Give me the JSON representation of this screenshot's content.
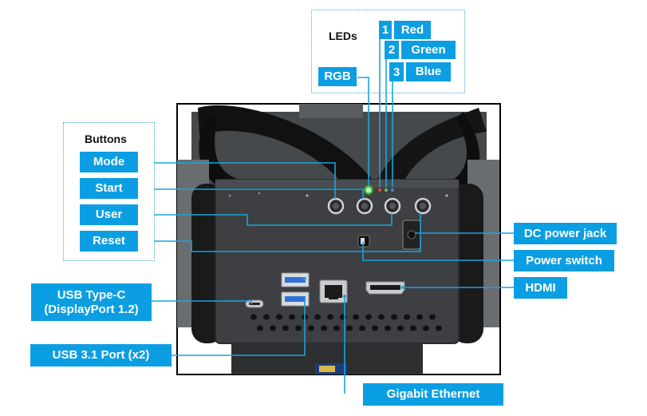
{
  "groups": {
    "leds_title": "LEDs",
    "buttons_title": "Buttons"
  },
  "leds": [
    {
      "num": "1",
      "color": "Red"
    },
    {
      "num": "2",
      "color": "Green"
    },
    {
      "num": "3",
      "color": "Blue"
    }
  ],
  "labels": {
    "rgb": "RGB",
    "mode": "Mode",
    "start": "Start",
    "user": "User",
    "reset": "Reset",
    "usbc_line1": "USB Type-C",
    "usbc_line2": "(DisplayPort 1.2)",
    "usb31": "USB 3.1 Port (x2)",
    "dc_jack": "DC power jack",
    "power_switch": "Power switch",
    "hdmi": "HDMI",
    "ethernet": "Gigabit Ethernet"
  },
  "colors": {
    "label_bg": "#0c9ee2",
    "label_text": "#ffffff",
    "callout_line": "#1aa3e0",
    "dotted_border": "#3aa6d8",
    "chassis": "#3d3f42",
    "led_green": "#39ff3c"
  }
}
